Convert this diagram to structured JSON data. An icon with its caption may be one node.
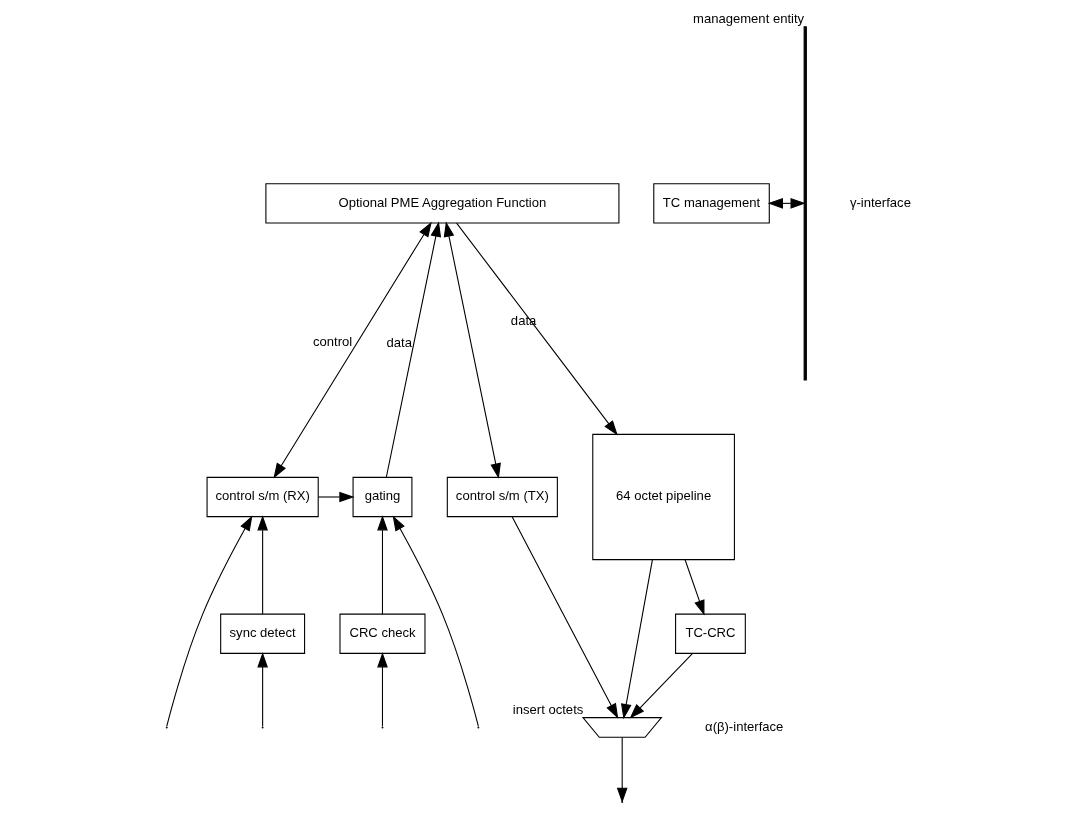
{
  "diagram": {
    "nodes": [
      {
        "text": [
          "Optional PME Aggregation Function"
        ]
      },
      {
        "text": [
          "TC management"
        ]
      },
      {
        "text": [
          "gating"
        ]
      },
      {
        "text": [
          "control s/m (RX)"
        ]
      },
      {
        "text": [
          "control s/m (TX)"
        ]
      },
      {
        "text": [
          "64 octet pipeline"
        ]
      },
      {
        "text": [
          "CRC check"
        ]
      },
      {
        "text": [
          "sync detect"
        ]
      },
      {
        "text": [
          "TC-CRC"
        ]
      },
      {
        "text": [],
        "shape": "trapezoid",
        "beside": [
          "insert octets"
        ]
      },
      {
        "text": [],
        "shape": "bar",
        "beside": [
          "management entity"
        ]
      }
    ],
    "edges": [
      {
        "from": 2,
        "to": 0,
        "arrow": "to",
        "label": "data"
      },
      {
        "from": 0,
        "to": 3,
        "arrow": "both",
        "label": "control"
      },
      {
        "from": 0,
        "to": 4,
        "arrow": "both"
      },
      {
        "from": 0,
        "to": 5,
        "arrow": "to",
        "label": "data"
      },
      {
        "from": 1,
        "to": 10,
        "arrow": "both"
      },
      {
        "from": 3,
        "to": 2,
        "arrow": "to"
      },
      {
        "from": 6,
        "to": 2,
        "arrow": "to"
      },
      {
        "from": 7,
        "to": 3,
        "arrow": "to"
      },
      {
        "from": null,
        "to": 2,
        "arrow": "to"
      },
      {
        "from": null,
        "to": 3,
        "arrow": "to"
      },
      {
        "from": null,
        "to": 6,
        "arrow": "to"
      },
      {
        "from": null,
        "to": 7,
        "arrow": "to"
      },
      {
        "from": 4,
        "to": 9,
        "arrow": "to"
      },
      {
        "from": 5,
        "to": 9,
        "arrow": "to"
      },
      {
        "from": 5,
        "to": 8,
        "arrow": "to"
      },
      {
        "from": 8,
        "to": 9,
        "arrow": "to"
      },
      {
        "from": 9,
        "to": null,
        "arrow": "to"
      }
    ],
    "labels": [
      "γ-interface",
      "α(β)-interface"
    ]
  }
}
